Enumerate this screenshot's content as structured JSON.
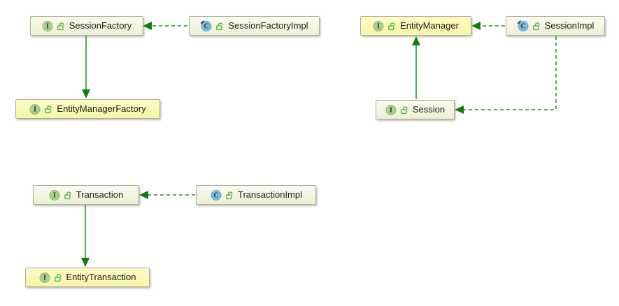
{
  "diagram": {
    "background_color": "#ffffff",
    "edge_color": "#56ad56",
    "arrowhead_color": "#0a800a",
    "icon_letters": {
      "interface": "I",
      "class": "C"
    },
    "nodes": [
      {
        "label": "SessionFactory",
        "kind": "interface",
        "fill": "cream"
      },
      {
        "label": "SessionFactoryImpl",
        "kind": "class",
        "fill": "cream"
      },
      {
        "label": "EntityManager",
        "kind": "interface",
        "fill": "yellow"
      },
      {
        "label": "SessionImpl",
        "kind": "class",
        "fill": "cream"
      },
      {
        "label": "EntityManagerFactory",
        "kind": "interface",
        "fill": "yellow"
      },
      {
        "label": "Session",
        "kind": "interface",
        "fill": "cream"
      },
      {
        "label": "Transaction",
        "kind": "interface",
        "fill": "cream"
      },
      {
        "label": "TransactionImpl",
        "kind": "class",
        "fill": "cream"
      },
      {
        "label": "EntityTransaction",
        "kind": "interface",
        "fill": "yellow"
      }
    ],
    "edges": [
      {
        "from": "SessionFactoryImpl",
        "to": "SessionFactory",
        "line": "dashed",
        "relation": "realization"
      },
      {
        "from": "SessionImpl",
        "to": "EntityManager",
        "line": "dashed",
        "relation": "realization"
      },
      {
        "from": "SessionImpl",
        "to": "Session",
        "line": "dashed",
        "relation": "realization"
      },
      {
        "from": "SessionFactory",
        "to": "EntityManagerFactory",
        "line": "solid",
        "relation": "generalization"
      },
      {
        "from": "Session",
        "to": "EntityManager",
        "line": "solid",
        "relation": "generalization"
      },
      {
        "from": "TransactionImpl",
        "to": "Transaction",
        "line": "dashed",
        "relation": "realization"
      },
      {
        "from": "Transaction",
        "to": "EntityTransaction",
        "line": "solid",
        "relation": "generalization"
      }
    ]
  }
}
